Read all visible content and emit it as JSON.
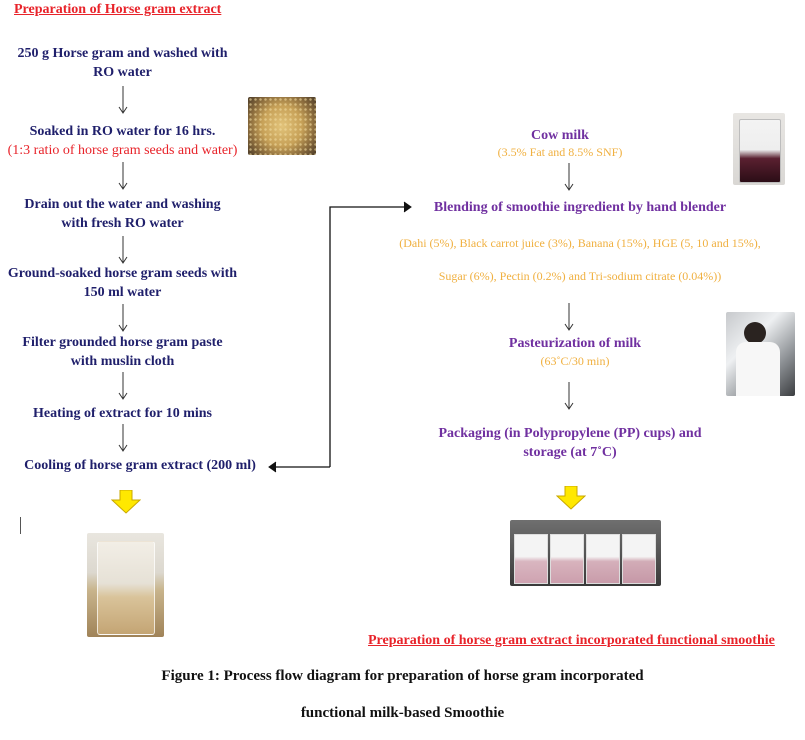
{
  "left": {
    "heading": "Preparation of Horse gram extract",
    "step1_l1": "250 g Horse gram and washed with",
    "step1_l2": "RO water",
    "step2_l1": "Soaked in RO water for 16 hrs.",
    "step2_l2": "(1:3 ratio of horse gram seeds and water)",
    "step3_l1": "Drain out the water and washing",
    "step3_l2": "with fresh RO water",
    "step4_l1": "Ground-soaked horse gram seeds with",
    "step4_l2": "150 ml water",
    "step5_l1": "Filter grounded horse gram paste",
    "step5_l2": "with muslin cloth",
    "step6": "Heating of extract for 10 mins",
    "step7": "Cooling of horse gram extract (200 ml)"
  },
  "right": {
    "step1": "Cow milk",
    "step1_sub": "(3.5% Fat and 8.5% SNF)",
    "step2": "Blending of smoothie ingredient by hand blender",
    "step2_sub1": "(Dahi (5%), Black carrot juice (3%), Banana (15%), HGE (5, 10 and 15%),",
    "step2_sub2": "Sugar (6%), Pectin (0.2%) and Tri-sodium citrate (0.04%))",
    "step3": "Pasteurization of milk",
    "step3_sub": "(63˚C/30 min)",
    "step4_l1": "Packaging (in Polypropylene (PP) cups) and",
    "step4_l2": "storage (at 7˚C)",
    "heading": "Preparation of horse gram extract incorporated functional smoothie"
  },
  "caption": {
    "line1": "Figure 1: Process flow diagram for preparation of horse gram incorporated",
    "line2": "functional milk-based Smoothie"
  },
  "colors": {
    "navy": "#1f1f6b",
    "purple": "#7030a0",
    "orange": "#f0b040",
    "red": "#e8232a",
    "yellow_arrow": "#ffe800"
  }
}
